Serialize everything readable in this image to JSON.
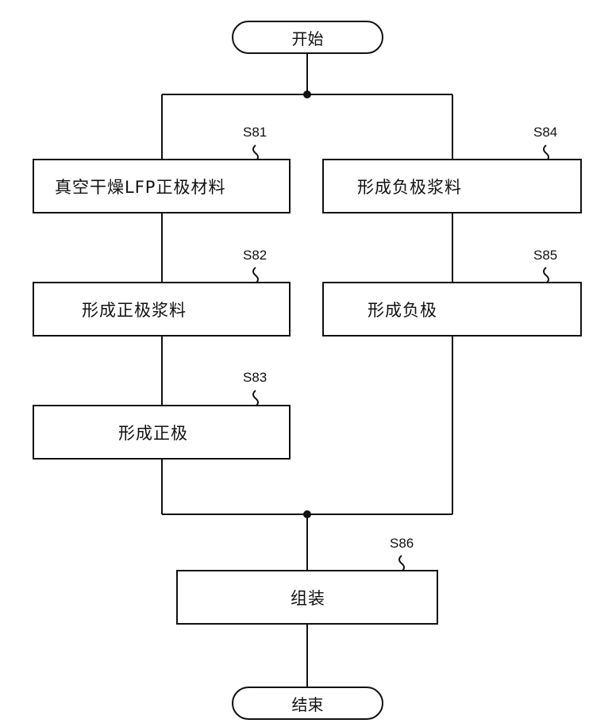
{
  "start": "开始",
  "end": "结束",
  "steps": {
    "s81": {
      "id": "S81",
      "label": "真空干燥LFP正极材料"
    },
    "s82": {
      "id": "S82",
      "label": "形成正极浆料"
    },
    "s83": {
      "id": "S83",
      "label": "形成正极"
    },
    "s84": {
      "id": "S84",
      "label": "形成负极浆料"
    },
    "s85": {
      "id": "S85",
      "label": "形成负极"
    },
    "s86": {
      "id": "S86",
      "label": "组装"
    }
  }
}
